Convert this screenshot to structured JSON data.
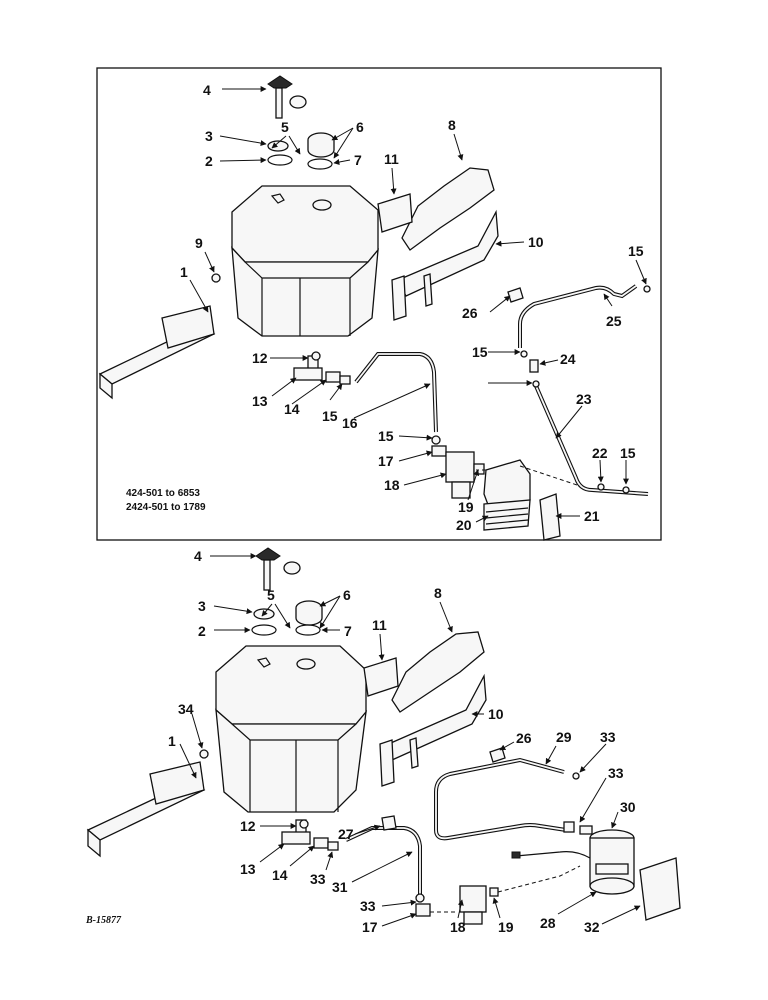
{
  "top_note_line1": "424-501 to 6853",
  "top_note_line2": "2424-501 to 1789",
  "drawing_ref": "B-15877",
  "top_callouts": [
    "4",
    "3",
    "2",
    "5",
    "6",
    "7",
    "8",
    "11",
    "10",
    "9",
    "1",
    "15",
    "26",
    "25",
    "12",
    "15",
    "24",
    "13",
    "14",
    "15",
    "16",
    "15",
    "23",
    "22",
    "15",
    "17",
    "18",
    "19",
    "20",
    "21"
  ],
  "bottom_callouts": [
    "4",
    "5",
    "6",
    "3",
    "2",
    "7",
    "8",
    "11",
    "10",
    "34",
    "1",
    "26",
    "29",
    "33",
    "33",
    "12",
    "27",
    "30",
    "13",
    "14",
    "33",
    "31",
    "33",
    "17",
    "18",
    "19",
    "28",
    "32"
  ]
}
